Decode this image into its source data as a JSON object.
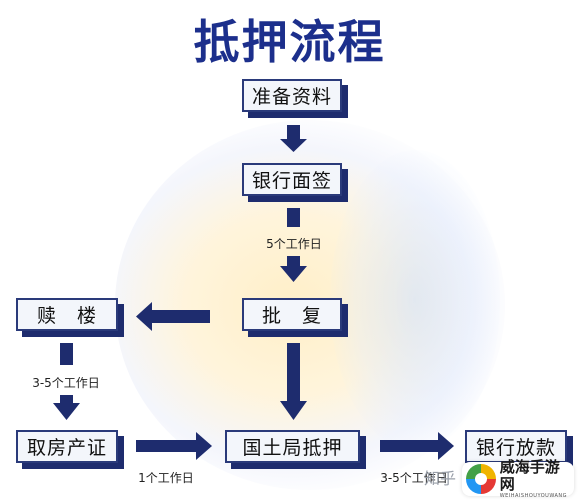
{
  "title": "抵押流程",
  "nodes": {
    "prepare": "准备资料",
    "bank_sign": "银行面签",
    "approval": "批　复",
    "redeem": "赎　楼",
    "get_cert": "取房产证",
    "land_bureau": "国土局抵押",
    "release": "银行放款"
  },
  "edges": {
    "bank_to_approval": "5个工作日",
    "redeem_to_cert": "3-5个工作日",
    "cert_to_land": "1个工作日",
    "land_to_release": "3-5个工作日"
  },
  "colors": {
    "title": "#1c2f8c",
    "arrow": "#1e2c6e",
    "box_border": "#2a3a7a",
    "box_fill": "#f3f6fb"
  },
  "watermark": {
    "text": "知乎",
    "logo_text": "威海手游网",
    "logo_sub": "WEIHAISHOUYOUWANG"
  }
}
